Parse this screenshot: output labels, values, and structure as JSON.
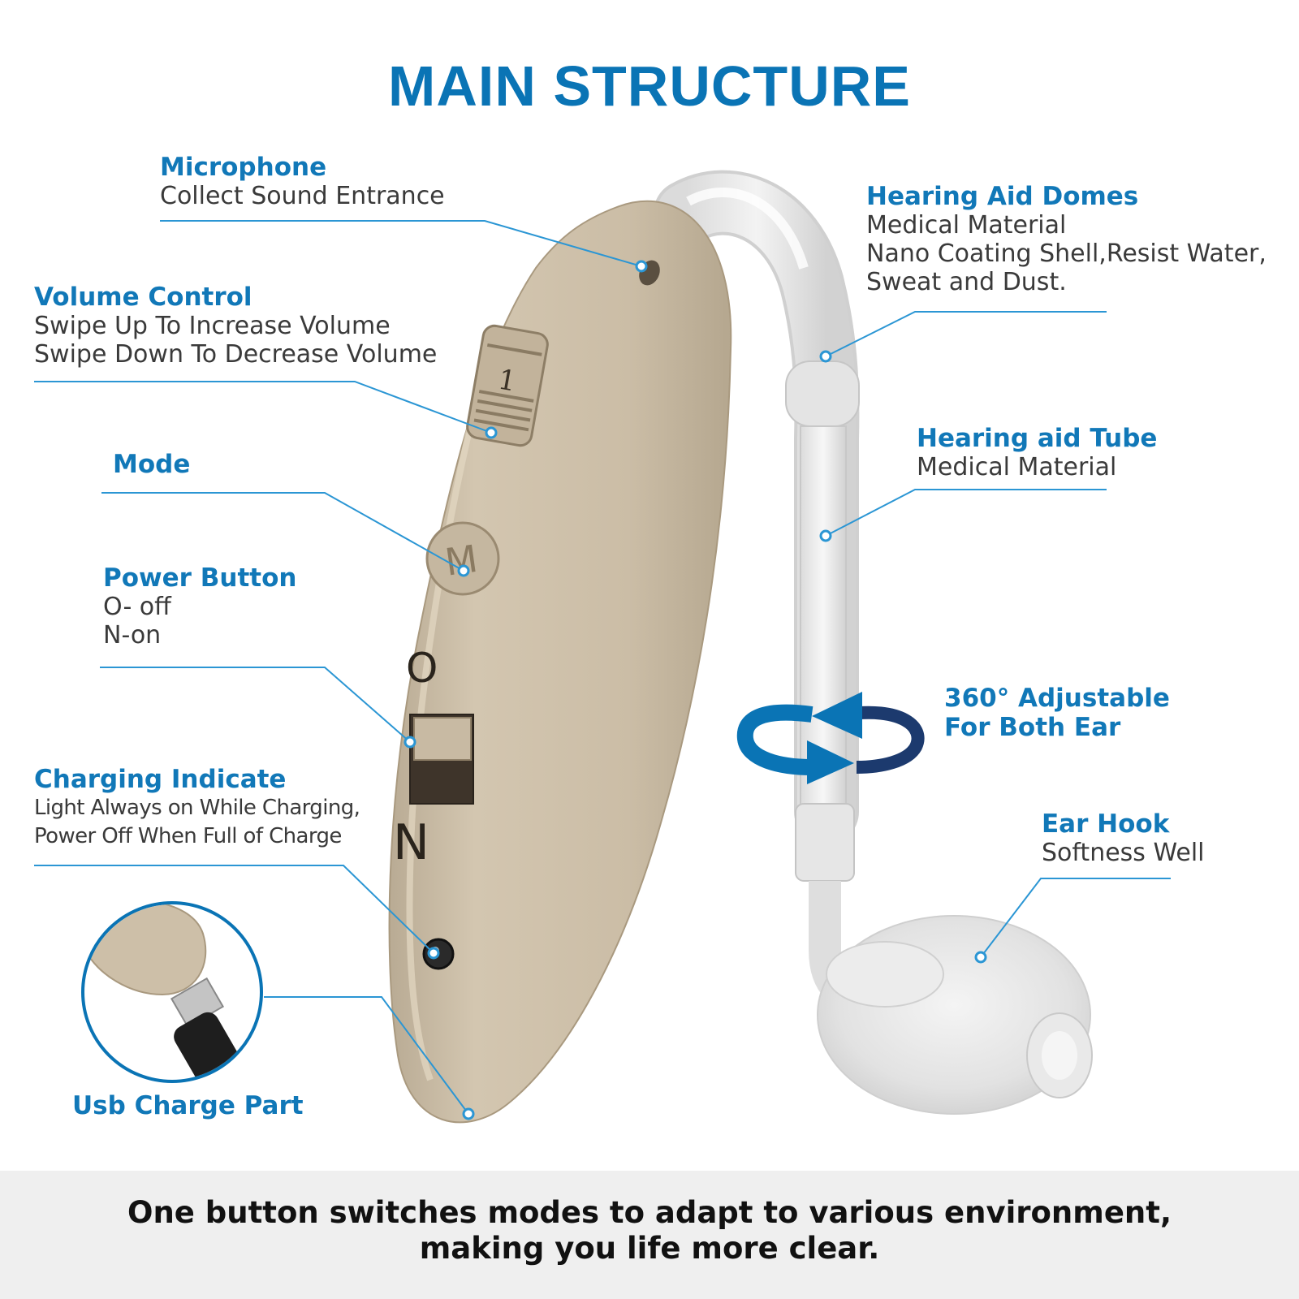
{
  "title": "MAIN STRUCTURE",
  "colors": {
    "accent": "#1178b8",
    "device": "#cdbfa8",
    "text": "#3a3a3a",
    "arrow_dark": "#1c3a6e"
  },
  "labels": {
    "microphone": {
      "head": "Microphone",
      "lines": [
        "Collect Sound Entrance"
      ]
    },
    "volume": {
      "head": "Volume Control",
      "lines": [
        "Swipe Up To Increase Volume",
        "Swipe Down To Decrease Volume"
      ]
    },
    "mode": {
      "head": "Mode"
    },
    "power": {
      "head": "Power Button",
      "lines": [
        "O- off",
        "N-on"
      ]
    },
    "charging": {
      "head": "Charging Indicate",
      "lines": [
        "Light Always on While Charging,",
        "Power Off When Full of Charge"
      ]
    },
    "usb": {
      "head": "Usb Charge Part"
    },
    "domes": {
      "head": "Hearing Aid Domes",
      "lines": [
        "Medical Material",
        "Nano Coating Shell,Resist Water,",
        "Sweat and Dust."
      ]
    },
    "tube": {
      "head": "Hearing aid Tube",
      "lines": [
        "Medical Material"
      ]
    },
    "adjustable": {
      "head1": "360° Adjustable",
      "head2": "For Both Ear"
    },
    "earhook": {
      "head": "Ear Hook",
      "lines": [
        "Softness Well"
      ]
    }
  },
  "device_marks": {
    "volume_digit": "1",
    "mode_letter": "M",
    "switch_off": "O",
    "switch_on": "N"
  },
  "footer": {
    "line1": "One button switches modes to adapt to various environment,",
    "line2": "making you life more clear."
  }
}
